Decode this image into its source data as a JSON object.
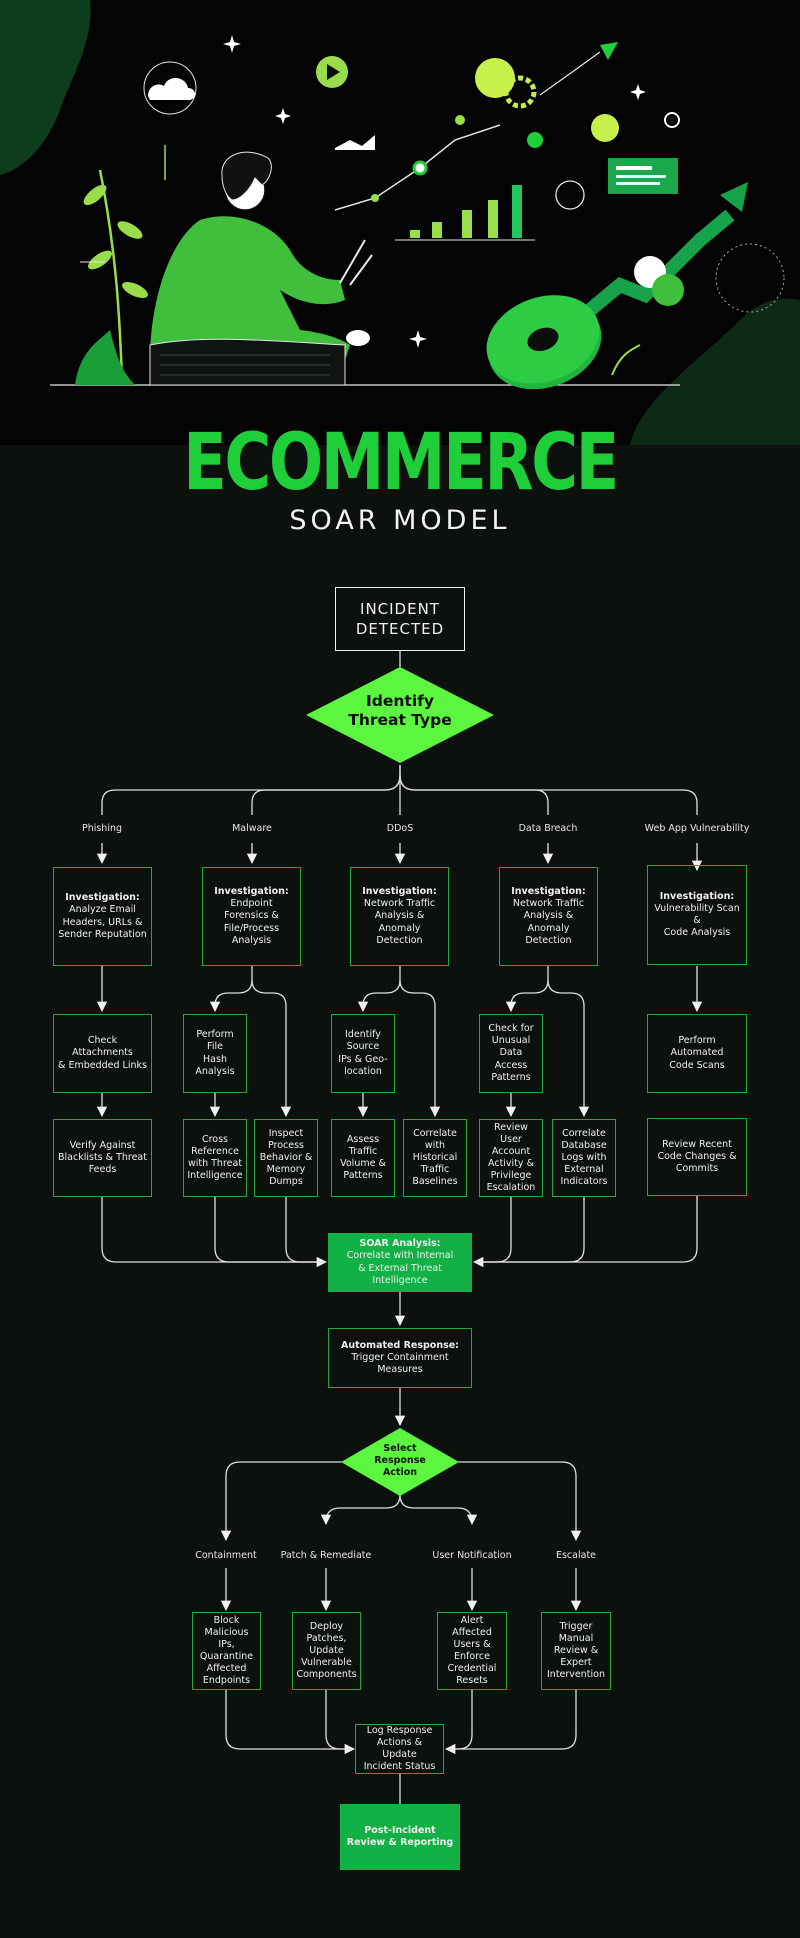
{
  "title": "ECOMMERCE",
  "subtitle": "SOAR MODEL",
  "colors": {
    "background": "#0d110d",
    "accent": "#1fcf3a",
    "diamond": "#5cf53f",
    "box_border": "#27a83c",
    "filled_box": "#12b145"
  },
  "start": "INCIDENT\nDETECTED",
  "decision1": "Identify\nThreat Type",
  "threat_types": [
    "Phishing",
    "Malware",
    "DDoS",
    "Data Breach",
    "Web App Vulnerability"
  ],
  "investigations": {
    "phishing": {
      "bold": "Investigation:",
      "text": "Analyze Email\nHeaders, URLs &\nSender Reputation"
    },
    "malware": {
      "bold": "Investigation:",
      "text": "Endpoint\nForensics &\nFile/Process\nAnalysis"
    },
    "ddos": {
      "bold": "Investigation:",
      "text": "Network Traffic\nAnalysis & Anomaly\nDetection"
    },
    "breach": {
      "bold": "Investigation:",
      "text": "Network Traffic\nAnalysis & Anomaly\nDetection"
    },
    "webapp": {
      "bold": "Investigation:",
      "text": "Vulnerability Scan &\nCode Analysis"
    }
  },
  "steps": {
    "check_attachments": "Check Attachments\n& Embedded Links",
    "verify_blacklists": "Verify Against\nBlacklists & Threat\nFeeds",
    "file_hash": "Perform File\nHash Analysis",
    "cross_reference": "Cross\nReference\nwith Threat\nIntelligence",
    "inspect_process": "Inspect\nProcess\nBehavior &\nMemory\nDumps",
    "identify_source": "Identify\nSource\nIPs & Geo-\nlocation",
    "assess_traffic": "Assess Traffic\nVolume &\nPatterns",
    "correlate_baselines": "Correlate\nwith\nHistorical\nTraffic\nBaselines",
    "unusual_access": "Check for\nUnusual\nData Access\nPatterns",
    "review_account": "Review User\nAccount\nActivity &\nPrivilege\nEscalation",
    "correlate_logs": "Correlate\nDatabase\nLogs with\nExternal\nIndicators",
    "code_scans": "Perform\nAutomated\nCode Scans",
    "code_changes": "Review Recent\nCode Changes &\nCommits"
  },
  "soar": {
    "bold": "SOAR Analysis:",
    "text": "Correlate with Internal\n& External Threat Intelligence"
  },
  "automated": {
    "bold": "Automated Response:",
    "text": "Trigger Containment\nMeasures"
  },
  "decision2": "Select\nResponse\nAction",
  "response_types": [
    "Containment",
    "Patch & Remediate",
    "User Notification",
    "Escalate"
  ],
  "responses": {
    "block": "Block\nMalicious IPs,\nQuarantine\nAffected\nEndpoints",
    "deploy": "Deploy\nPatches,\nUpdate\nVulnerable\nComponents",
    "alert": "Alert Affected\nUsers &\nEnforce\nCredential\nResets",
    "trigger": "Trigger\nManual\nReview &\nExpert\nIntervention"
  },
  "log": "Log Response\nActions & Update\nIncident Status",
  "review": "Post-Incident\nReview & Reporting"
}
